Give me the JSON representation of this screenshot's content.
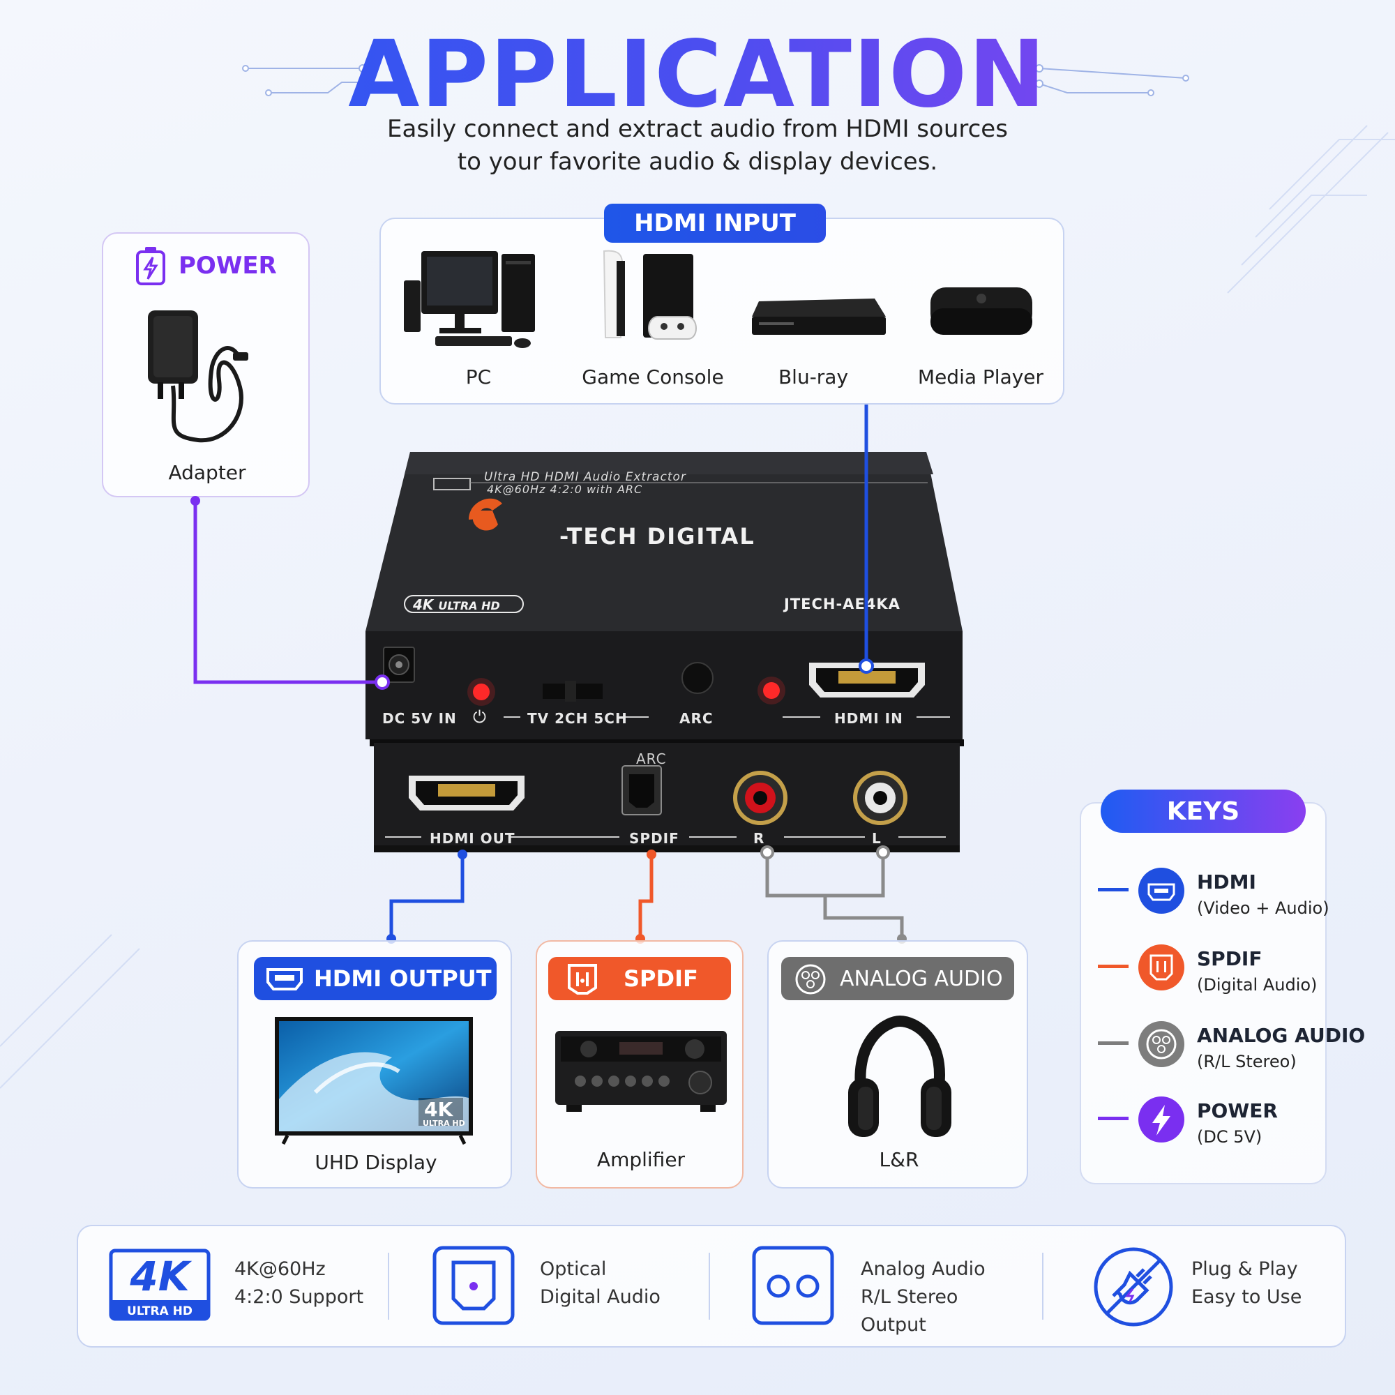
{
  "header": {
    "title": "APPLICATION",
    "subtitle_line1": "Easily connect and extract audio from HDMI sources",
    "subtitle_line2": "to your favorite audio & display devices."
  },
  "power_card": {
    "title": "POWER",
    "item": "Adapter"
  },
  "hdmi_input": {
    "title": "HDMI INPUT",
    "devices": [
      "PC",
      "Game Console",
      "Blu-ray",
      "Media Player"
    ]
  },
  "device": {
    "top_text_line1": "Ultra HD HDMI Audio Extractor",
    "top_text_line2": "4K@60Hz 4:2:0 with ARC",
    "brand": "-TECH DIGITAL",
    "badge_4k": "4K",
    "badge_text": "ULTRA HD",
    "model": "JTECH-AE4KA",
    "front_ports": [
      "DC 5V IN",
      "TV 2CH 5CH",
      "ARC",
      "HDMI IN"
    ],
    "rear_ports": [
      "HDMI OUT",
      "ARC",
      "SPDIF",
      "R",
      "L"
    ]
  },
  "outputs": {
    "hdmi": {
      "title": "HDMI OUTPUT",
      "item": "UHD Display",
      "tv_badge_big": "4K",
      "tv_badge_small": "ULTRA HD"
    },
    "spdif": {
      "title": "SPDIF",
      "item": "Amplifier"
    },
    "analog": {
      "title": "ANALOG AUDIO",
      "item": "L&R"
    }
  },
  "keys": {
    "title": "KEYS",
    "items": [
      {
        "name": "HDMI",
        "desc": "(Video + Audio)",
        "color": "#1f4fe0"
      },
      {
        "name": "SPDIF",
        "desc": "(Digital Audio)",
        "color": "#f0582a"
      },
      {
        "name": "ANALOG AUDIO",
        "desc": "(R/L Stereo)",
        "color": "#8a8a8a"
      },
      {
        "name": "POWER",
        "desc": "(DC 5V)",
        "color": "#7a2ff0"
      }
    ]
  },
  "features": [
    {
      "line1": "4K@60Hz",
      "line2": "4:2:0 Support",
      "line3": "",
      "icon_big": "4K",
      "icon_small": "ULTRA HD"
    },
    {
      "line1": "Optical",
      "line2": "Digital Audio",
      "line3": ""
    },
    {
      "line1": "Analog Audio",
      "line2": "R/L Stereo",
      "line3": "Output"
    },
    {
      "line1": "Plug & Play",
      "line2": "Easy to Use",
      "line3": ""
    }
  ],
  "colors": {
    "hdmi": "#1f4fe0",
    "spdif": "#f0582a",
    "analog": "#7d7d7d",
    "power": "#7a2ff0",
    "title_start": "#1f5cf2",
    "title_end": "#9b3ff0"
  }
}
